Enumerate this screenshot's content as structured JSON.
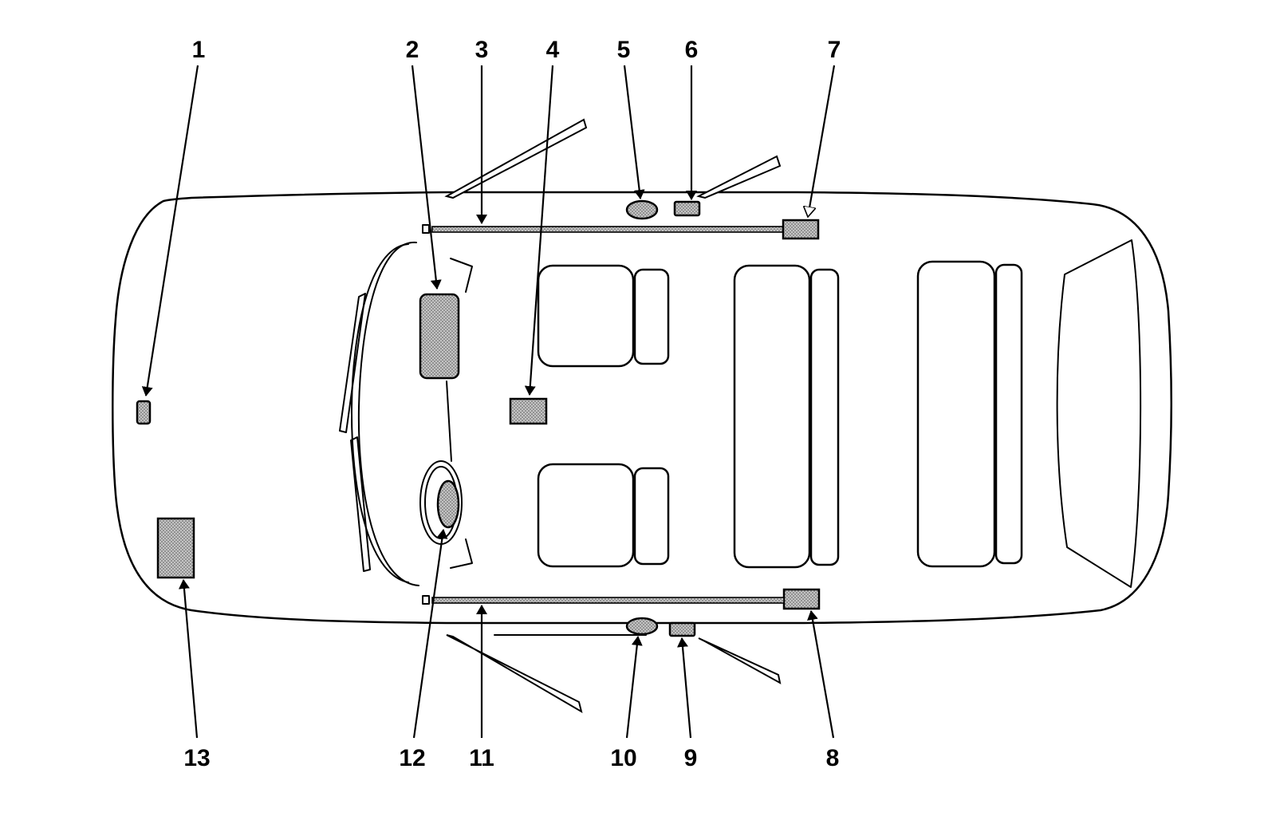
{
  "callouts": [
    {
      "id": "1",
      "label": "1"
    },
    {
      "id": "2",
      "label": "2"
    },
    {
      "id": "3",
      "label": "3"
    },
    {
      "id": "4",
      "label": "4"
    },
    {
      "id": "5",
      "label": "5"
    },
    {
      "id": "6",
      "label": "6"
    },
    {
      "id": "7",
      "label": "7"
    },
    {
      "id": "8",
      "label": "8"
    },
    {
      "id": "9",
      "label": "9"
    },
    {
      "id": "10",
      "label": "10"
    },
    {
      "id": "11",
      "label": "11"
    },
    {
      "id": "12",
      "label": "12"
    },
    {
      "id": "13",
      "label": "13"
    }
  ],
  "colors": {
    "line": "#000000",
    "fill": "#ffffff",
    "component_fill": "#b0b0b0"
  }
}
